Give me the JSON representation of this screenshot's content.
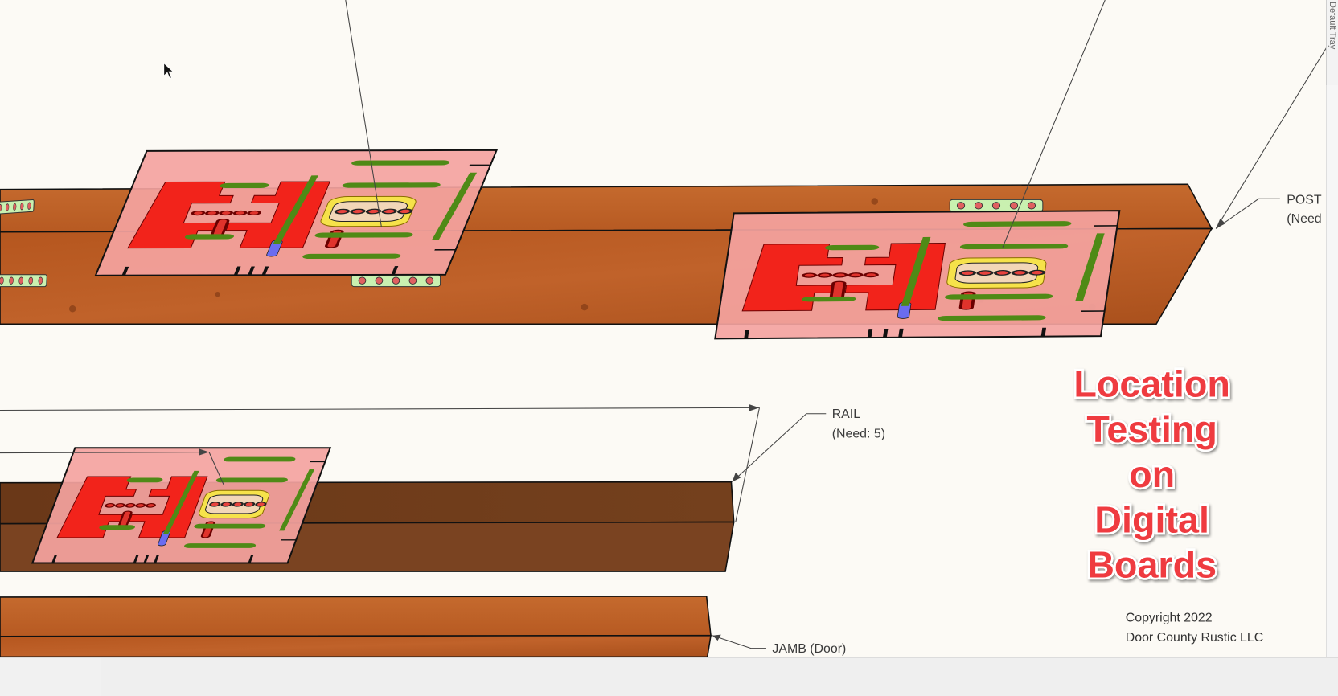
{
  "labels": {
    "post_line1": "POST",
    "post_line2": "(Need",
    "rail_line1": "RAIL",
    "rail_line2": "(Need: 5)",
    "jamb": "JAMB (Door)"
  },
  "title_lines": [
    "Location",
    "Testing",
    "on",
    "Digital",
    "Boards"
  ],
  "copyright": [
    "Copyright 2022",
    "Door County Rustic LLC"
  ],
  "tray": {
    "tab_label": "Default Tray"
  },
  "colors": {
    "wood": "#b9581e",
    "wood_dark": "#6e3a19",
    "plate": "#f4a3a0",
    "cutout_red": "#f2231b",
    "slot_green": "#4f8a16",
    "title_red": "#ef3b3f",
    "background": "#fcfaf5"
  }
}
